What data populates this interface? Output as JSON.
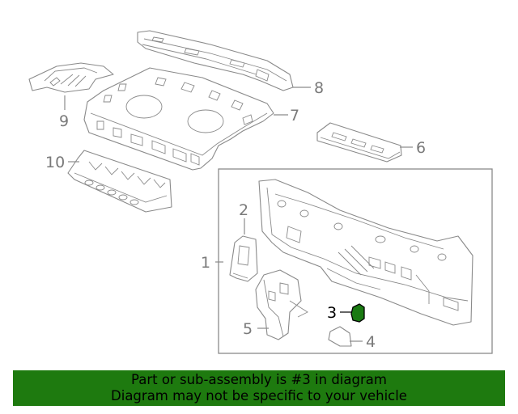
{
  "callouts": {
    "c1": "1",
    "c2": "2",
    "c3": "3",
    "c4": "4",
    "c5": "5",
    "c6": "6",
    "c7": "7",
    "c8": "8",
    "c9": "9",
    "c10": "10"
  },
  "highlighted_part": "3",
  "colors": {
    "banner_background": "#1e7a0f",
    "highlight_part": "#1a7a12",
    "line_art": "#8a8a8a"
  },
  "banner": {
    "line1": "Part or sub-assembly is #3 in diagram",
    "line2": "Diagram may not be specific to your vehicle"
  }
}
